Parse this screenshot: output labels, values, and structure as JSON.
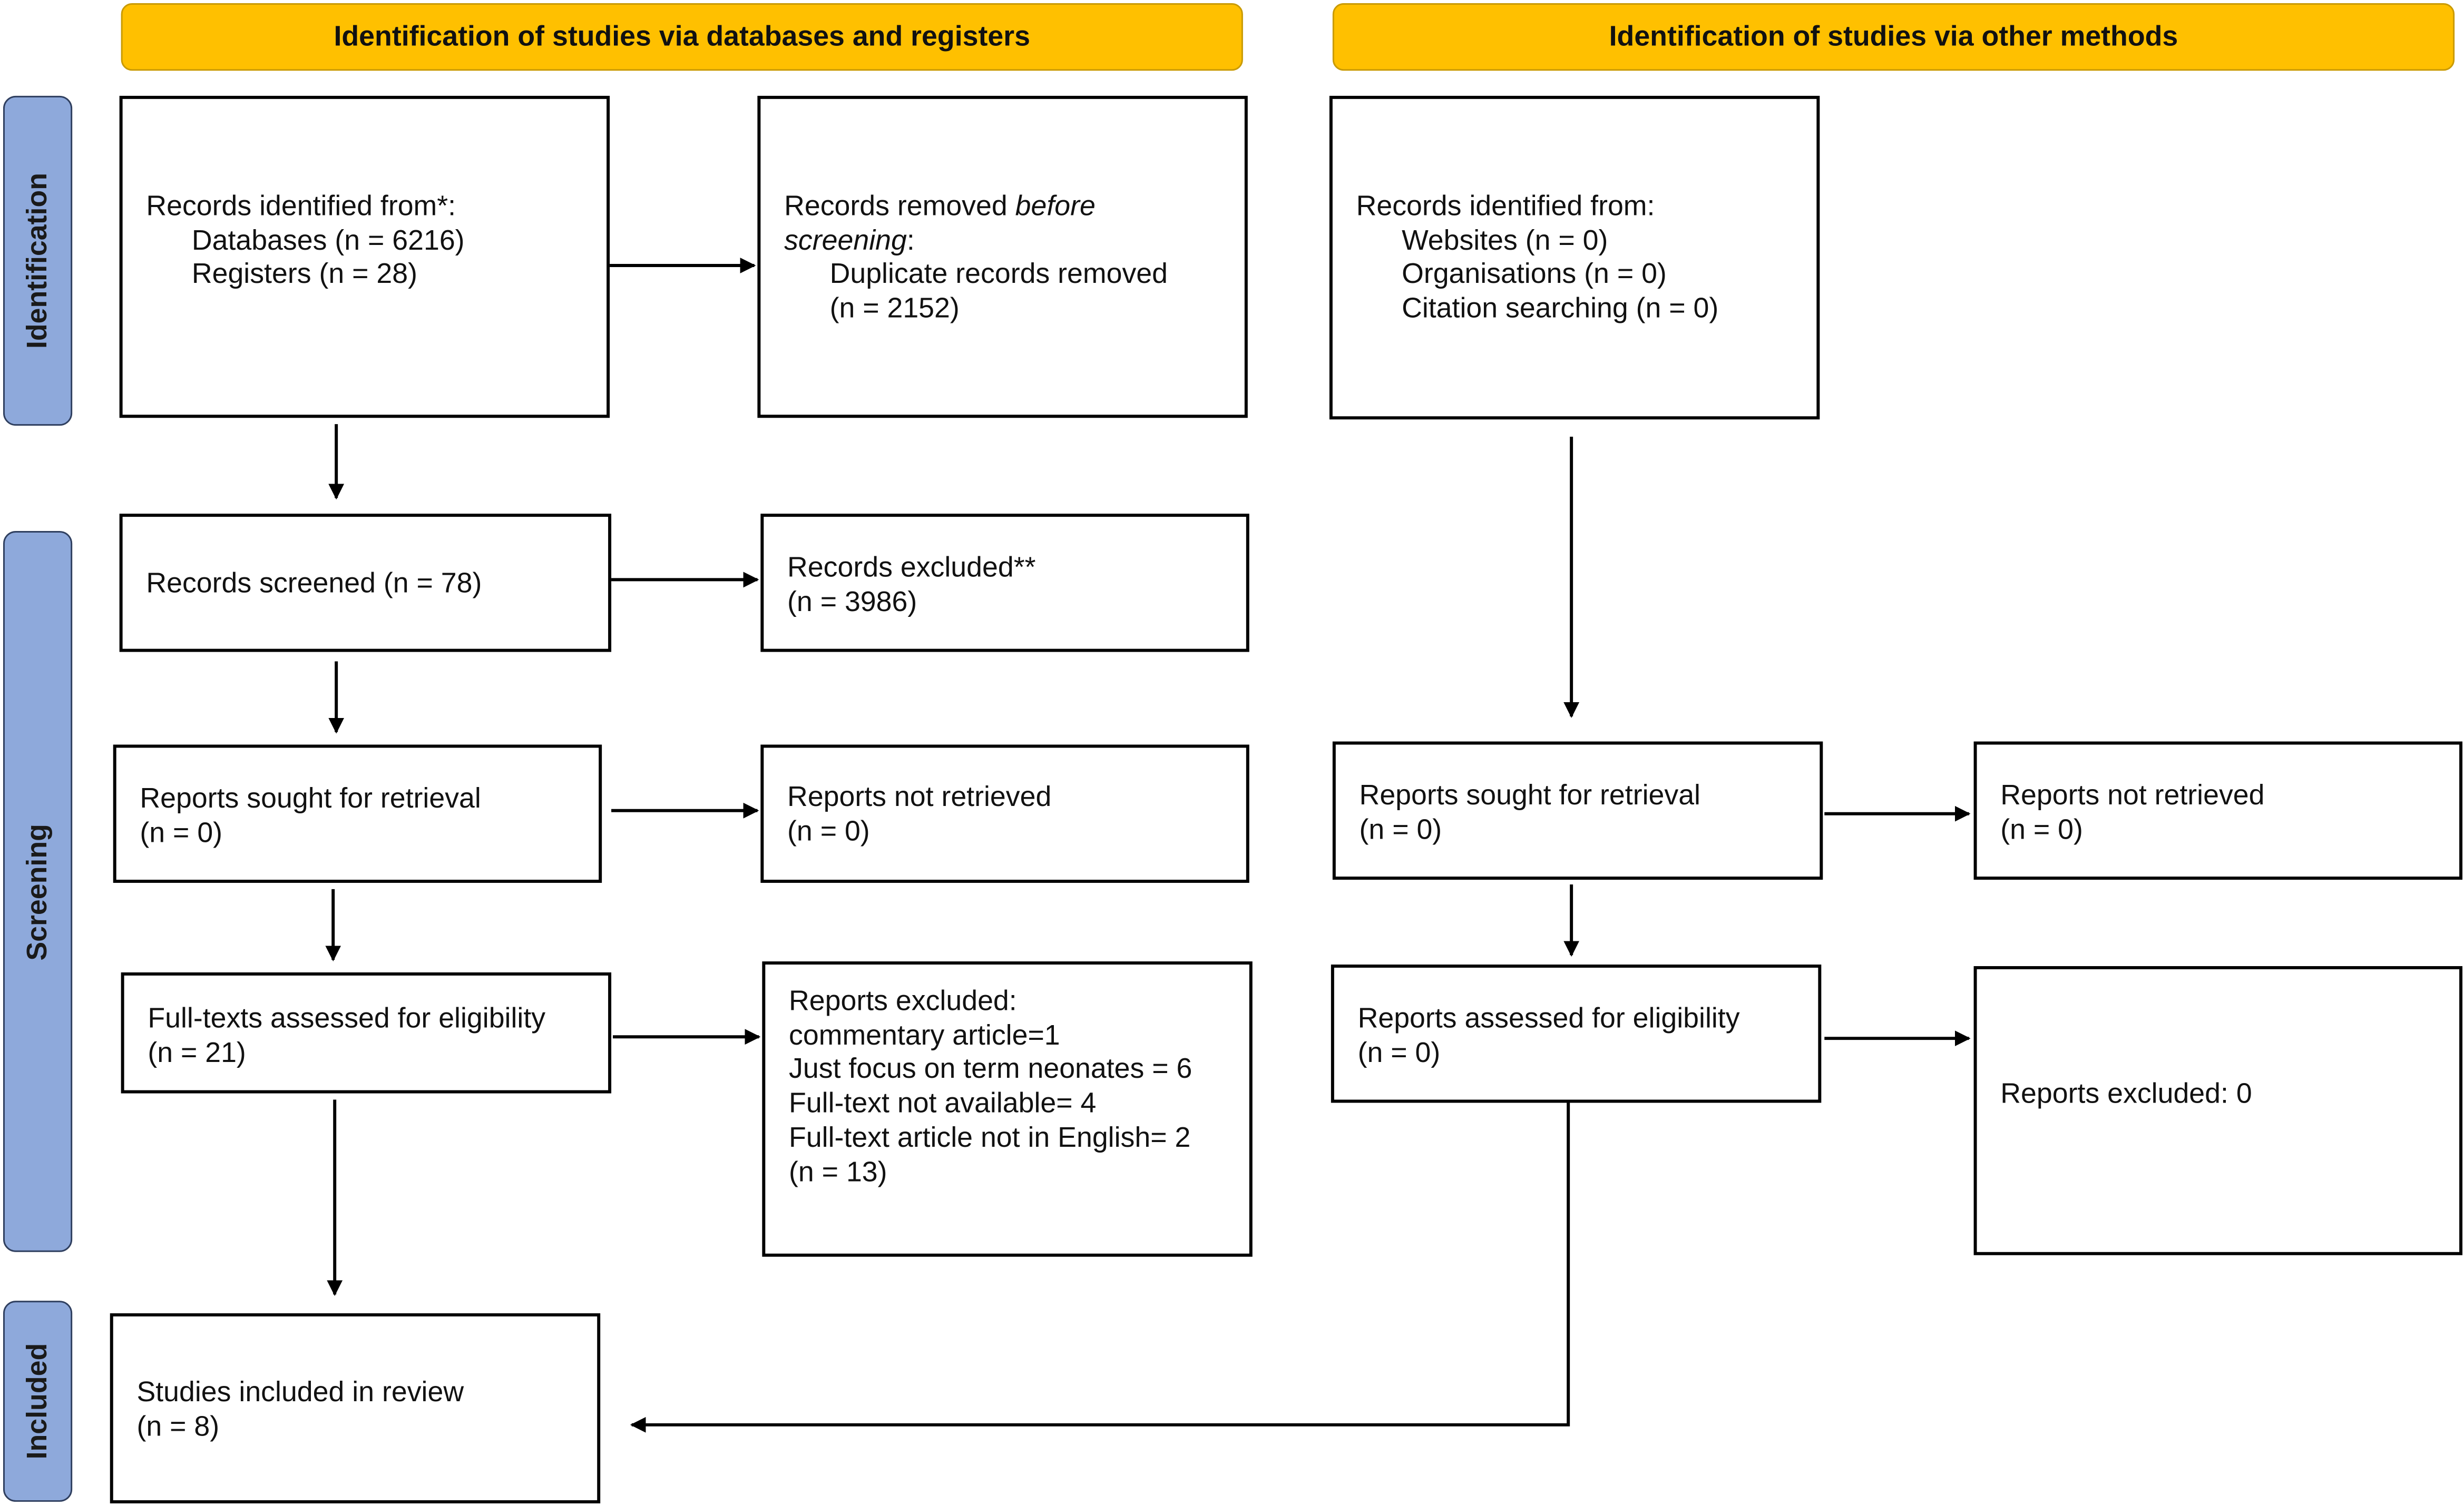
{
  "headers": {
    "databases": "Identification of studies via databases and registers",
    "other": "Identification of studies via other methods"
  },
  "phases": {
    "identification": "Identification",
    "screening": "Screening",
    "included": "Included"
  },
  "left": {
    "records_identified": {
      "title": "Records identified from*:",
      "databases": "Databases (n = 6216)",
      "registers": "Registers (n = 28)"
    },
    "records_removed": {
      "prefix": "Records removed ",
      "emph1": "before",
      "emph2": "screening",
      "suffix": ":",
      "line1": "Duplicate records removed",
      "line2": "(n = 2152)"
    },
    "records_screened": "Records screened (n = 78)",
    "records_excluded": {
      "title": "Records excluded**",
      "n": "(n = 3986)"
    },
    "reports_sought": {
      "title": "Reports sought for retrieval",
      "n": "(n = 0)"
    },
    "reports_not_retrieved": {
      "title": "Reports not retrieved",
      "n": "(n = 0)"
    },
    "fulltexts_assessed": {
      "title": "Full-texts assessed for eligibility",
      "n": "(n = 21)"
    },
    "reports_excluded": {
      "lines": [
        "Reports excluded:",
        "commentary article=1",
        "Just focus on term neonates = 6",
        "Full-text not available= 4",
        "Full-text article not in English= 2",
        "(n = 13)"
      ]
    },
    "studies_included": {
      "title": "Studies included in review",
      "n": "(n = 8)"
    }
  },
  "right": {
    "records_identified": {
      "title": "Records identified from:",
      "websites": "Websites (n = 0)",
      "organisations": "Organisations (n = 0)",
      "citation": "Citation searching (n = 0)"
    },
    "reports_sought": {
      "title": "Reports sought for retrieval",
      "n": "(n = 0)"
    },
    "reports_not_retrieved": {
      "title": "Reports not retrieved",
      "n": "(n = 0)"
    },
    "reports_assessed": {
      "title": "Reports assessed for eligibility",
      "n": "(n = 0)"
    },
    "reports_excluded": "Reports excluded: 0"
  }
}
